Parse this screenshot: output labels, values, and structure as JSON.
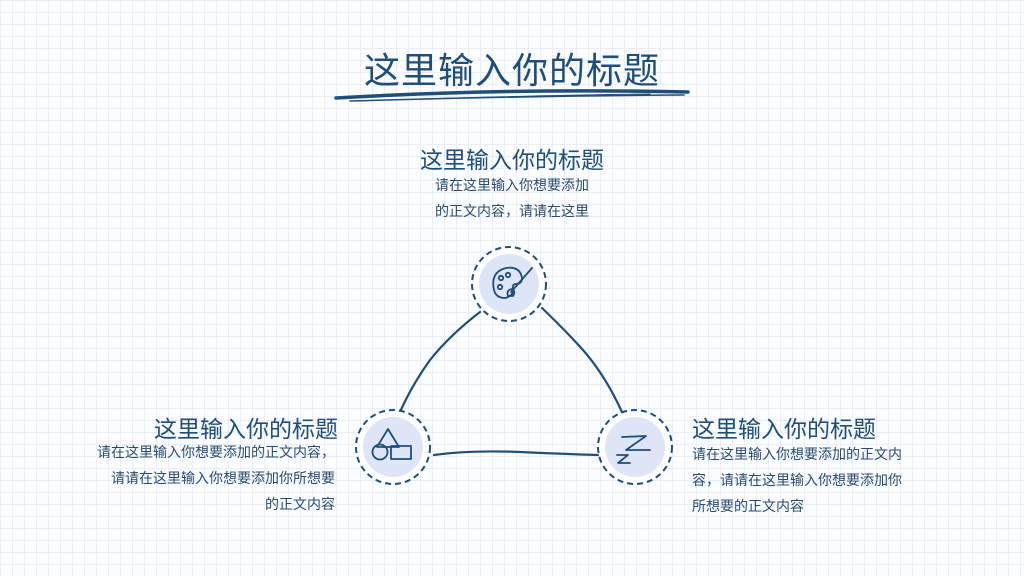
{
  "header": {
    "title": "这里输入你的标题"
  },
  "top": {
    "title": "这里输入你的标题",
    "body_line1": "请在这里输入你想要添加",
    "body_line2": "的正文内容，请请在这里",
    "icon": "palette-icon"
  },
  "left": {
    "title": "这里输入你的标题",
    "body_line1": "请在这里输入你想要添加的正文内容，",
    "body_line2": "请请在这里输入你想要添加你所想要",
    "body_line3": "的正文内容",
    "icon": "shapes-icon"
  },
  "right": {
    "title": "这里输入你的标题",
    "body_line1": "请在这里输入你想要添加的正文内",
    "body_line2": "容，请请在这里输入你想要添加你",
    "body_line3": "所想要的正文内容",
    "icon": "sleep-icon"
  },
  "colors": {
    "accent": "#1f4e79",
    "circle_fill": "#dde5f6"
  }
}
